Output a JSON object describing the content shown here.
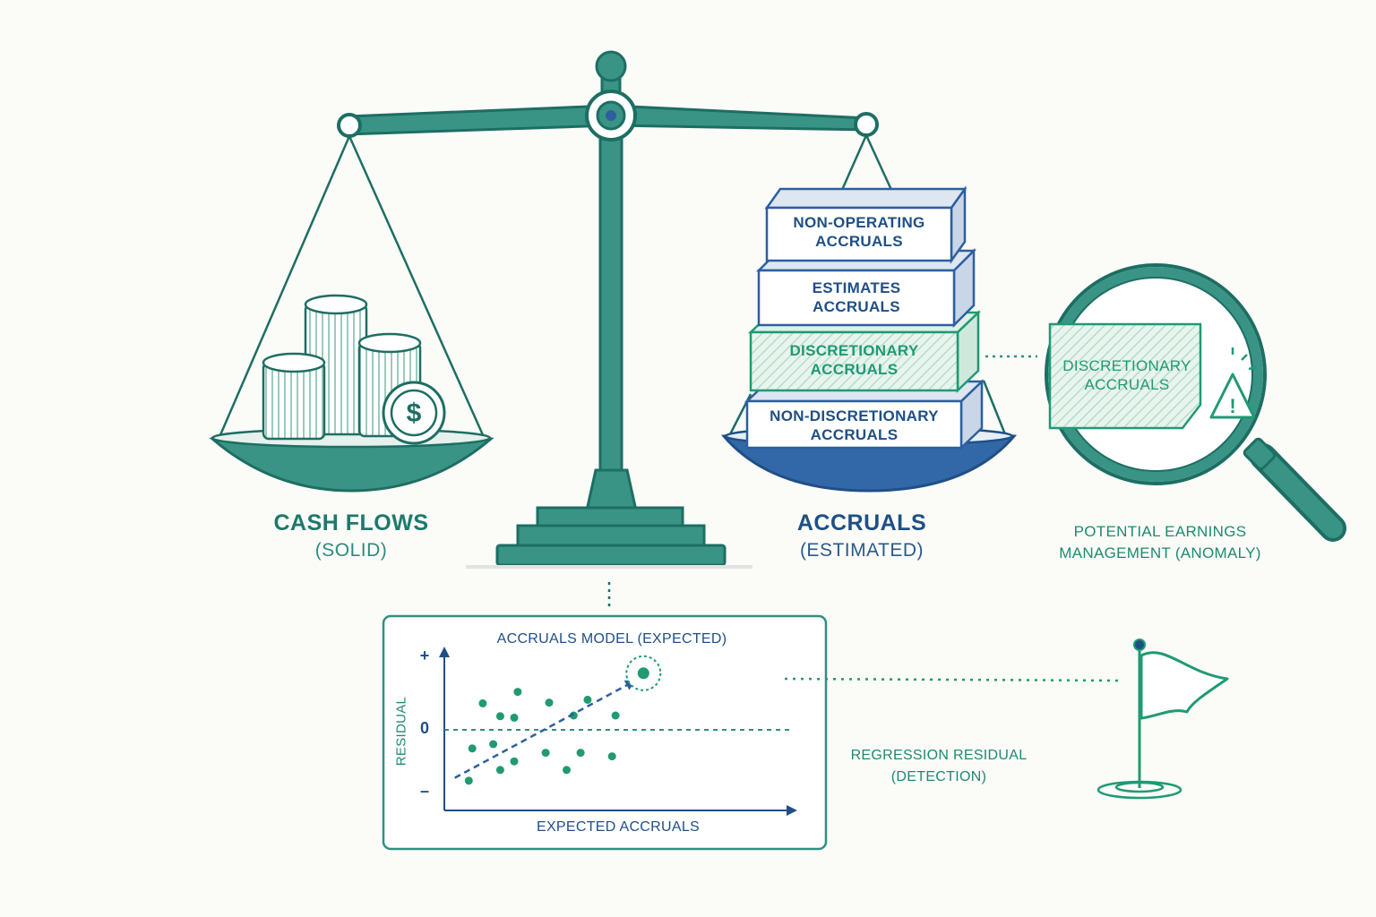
{
  "left_pan": {
    "title": "CASH FLOWS",
    "subtitle": "(SOLID)",
    "coin_symbol": "$"
  },
  "right_pan": {
    "title": "ACCRUALS",
    "subtitle": "(ESTIMATED)",
    "blocks": [
      {
        "line1": "NON-OPERATING",
        "line2": "ACCRUALS"
      },
      {
        "line1": "ESTIMATES",
        "line2": "ACCRUALS"
      },
      {
        "line1": "DISCRETIONARY",
        "line2": "ACCRUALS"
      },
      {
        "line1": "NON-DISCRETIONARY",
        "line2": "ACCRUALS"
      }
    ]
  },
  "magnifier": {
    "line1": "DISCRETIONARY",
    "line2": "ACCRUALS",
    "warning_symbol": "!",
    "caption_line1": "POTENTIAL EARNINGS",
    "caption_line2": "MANAGEMENT (ANOMALY)"
  },
  "chart": {
    "title": "ACCRUALS MODEL (EXPECTED)",
    "xlabel": "EXPECTED ACCRUALS",
    "ylabel": "RESIDUAL",
    "tick_plus": "+",
    "tick_zero": "0",
    "tick_minus": "–"
  },
  "detection": {
    "line1": "REGRESSION RESIDUAL",
    "line2": "(DETECTION)"
  },
  "colors": {
    "teal": "#2f8f80",
    "teal_dark": "#1d6e63",
    "blue": "#2d5f9e",
    "green": "#1f9a74",
    "background": "#fbfbf8"
  },
  "chart_data": {
    "type": "scatter",
    "title": "ACCRUALS MODEL (EXPECTED)",
    "xlabel": "EXPECTED ACCRUALS",
    "ylabel": "RESIDUAL",
    "xlim": [
      0,
      10
    ],
    "ylim": [
      -1,
      1
    ],
    "y_ticks": [
      "+",
      "0",
      "–"
    ],
    "points": [
      {
        "x": 0.7,
        "y": -0.71
      },
      {
        "x": 0.8,
        "y": -0.26
      },
      {
        "x": 1.1,
        "y": 0.37
      },
      {
        "x": 1.4,
        "y": -0.2
      },
      {
        "x": 1.6,
        "y": -0.56
      },
      {
        "x": 1.6,
        "y": 0.19
      },
      {
        "x": 2.0,
        "y": -0.44
      },
      {
        "x": 2.0,
        "y": 0.17
      },
      {
        "x": 2.1,
        "y": 0.53
      },
      {
        "x": 2.9,
        "y": -0.32
      },
      {
        "x": 3.0,
        "y": 0.38
      },
      {
        "x": 3.5,
        "y": -0.56
      },
      {
        "x": 3.7,
        "y": 0.2
      },
      {
        "x": 3.9,
        "y": -0.32
      },
      {
        "x": 4.1,
        "y": 0.42
      },
      {
        "x": 4.8,
        "y": -0.37
      },
      {
        "x": 4.9,
        "y": 0.2
      }
    ],
    "regression_line": {
      "from": [
        0.3,
        -0.67
      ],
      "to": [
        5.4,
        0.67
      ],
      "style": "dashed"
    },
    "outlier": {
      "x": 5.7,
      "y": 0.79
    },
    "zero_line": 0
  }
}
